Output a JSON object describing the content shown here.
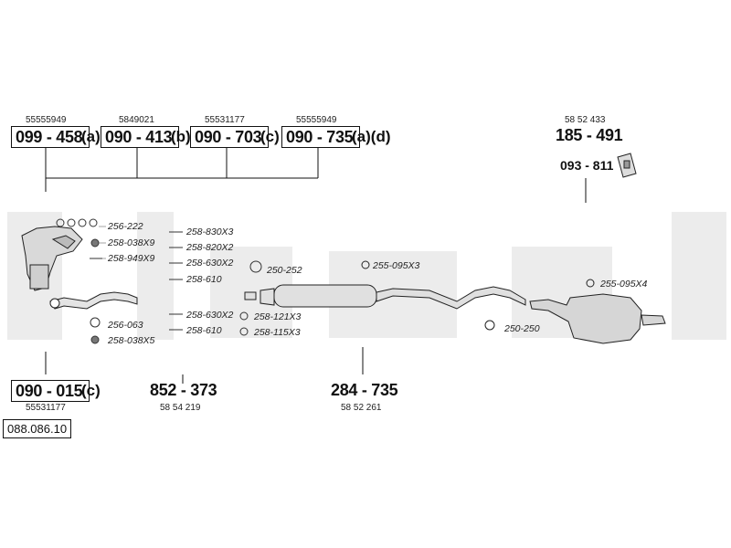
{
  "top_parts": [
    {
      "ref": "55555949",
      "code": "099 - 458",
      "suffix": "(a)"
    },
    {
      "ref": "5849021",
      "code": "090 - 413",
      "suffix": "(b)"
    },
    {
      "ref": "55531177",
      "code": "090 - 703",
      "suffix": "(c)"
    },
    {
      "ref": "55555949",
      "code": "090 - 735",
      "suffix": "(a)(d)"
    }
  ],
  "right_part": {
    "ref": "58 52 433",
    "code": "185 - 491",
    "sub_code": "093 - 811"
  },
  "bottom_left_part": {
    "code": "090 - 015",
    "suffix": "(c)",
    "ref": "55531177"
  },
  "middle_part": {
    "code": "852 - 373",
    "ref": "58 54 219"
  },
  "center_part": {
    "code": "284 - 735",
    "ref": "58 52 261"
  },
  "doc_number": "088.086.10",
  "small_labels": {
    "l256_222": "256-222",
    "l258_038x9": "258-038X9",
    "l258_949x9": "258-949X9",
    "l256_063": "256-063",
    "l258_038x5": "258-038X5",
    "l258_830x3": "258-830X3",
    "l258_820x2": "258-820X2",
    "l258_630x2_a": "258-630X2",
    "l258_610_a": "258-610",
    "l258_630x2_b": "258-630X2",
    "l258_610_b": "258-610",
    "l250_252": "250-252",
    "l258_121x3": "258-121X3",
    "l258_115x3": "258-115X3",
    "l255_095x3": "255-095X3",
    "l250_250": "250-250",
    "l255_095x4": "255-095X4"
  },
  "colors": {
    "watermark": "#ebebeb",
    "line": "#111111"
  }
}
